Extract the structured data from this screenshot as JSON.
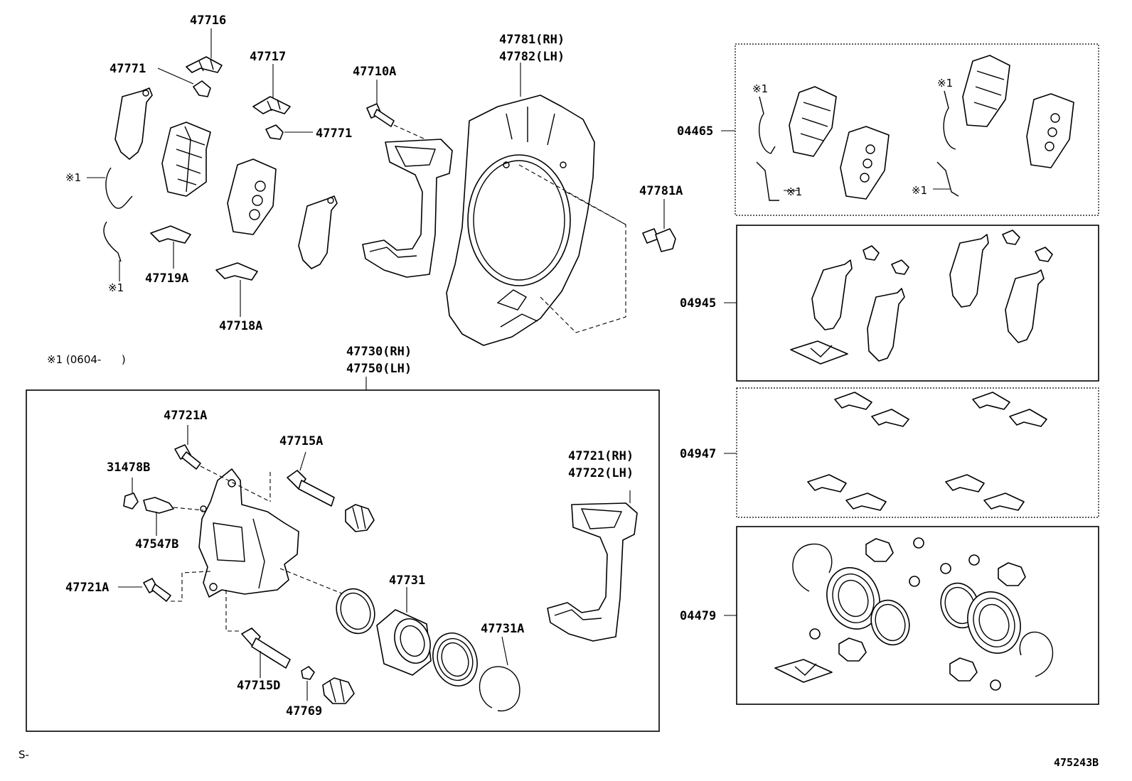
{
  "labels": {
    "p47716": "47716",
    "p47771a": "47771",
    "p47717": "47717",
    "p47771b": "47771",
    "p47710a": "47710A",
    "p47781rh": "47781(RH)",
    "p47782lh": "47782(LH)",
    "p47781a": "47781A",
    "p47719a": "47719A",
    "p47718a": "47718A",
    "shim1": "※1",
    "shim2": "※1",
    "note": "※1 (0604-      )",
    "p47730rh": "47730(RH)",
    "p47750lh": "47750(LH)",
    "p47721a_top": "47721A",
    "p47715a": "47715A",
    "p31478b": "31478B",
    "p47547b": "47547B",
    "p47721a_mid": "47721A",
    "p47715d": "47715D",
    "p47769": "47769",
    "p47731": "47731",
    "p47731a": "47731A",
    "p47721rh": "47721(RH)",
    "p47722lh": "47722(LH)",
    "k04465": "04465",
    "k04945": "04945",
    "k04947": "04947",
    "k04479": "04479",
    "k1a": "※1",
    "k1b": "※1",
    "k1c": "※1",
    "k1d": "※1",
    "corner_left": "S-",
    "diagram_id": "475243B"
  }
}
